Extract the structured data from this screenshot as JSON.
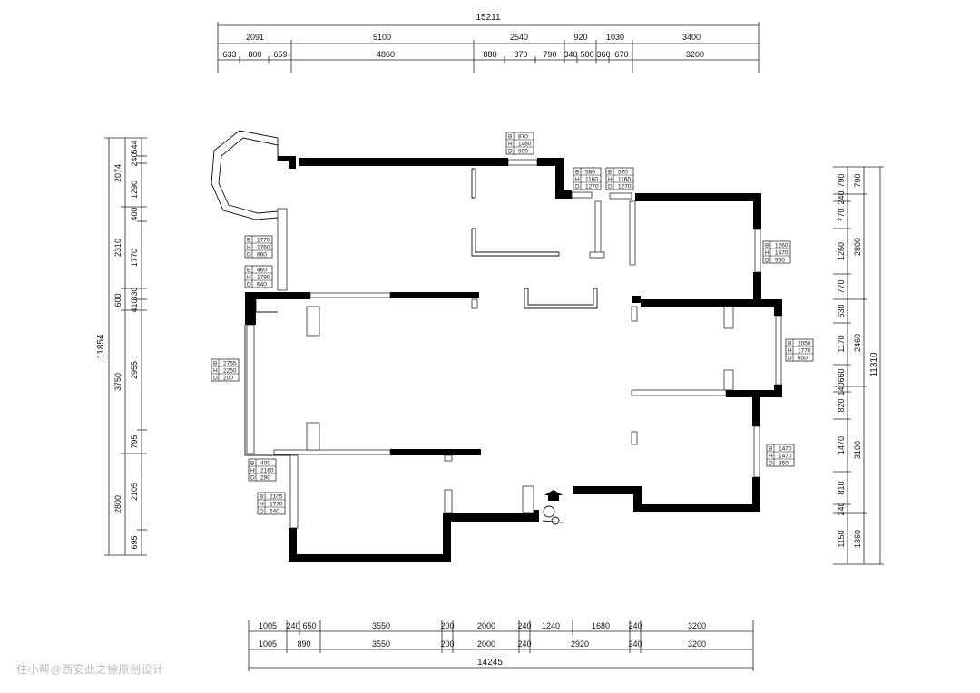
{
  "top_dimensions": {
    "total": "15211",
    "row1": [
      "2091",
      "5100",
      "2540",
      "920",
      "1030",
      "3400"
    ],
    "row2": [
      "633",
      "800",
      "659",
      "4860",
      "880",
      "870",
      "790",
      "340",
      "580",
      "360",
      "670",
      "3200"
    ]
  },
  "bottom_dimensions": {
    "total": "14245",
    "row1": [
      "1005",
      "240",
      "650",
      "3550",
      "200",
      "2000",
      "240",
      "1240",
      "1680",
      "240",
      "3200"
    ],
    "row2": [
      "1005",
      "890",
      "3550",
      "200",
      "2000",
      "240",
      "2920",
      "240",
      "3200"
    ]
  },
  "left_dimensions": {
    "total": "11854",
    "outer": [
      "2074",
      "2310",
      "600",
      "3750",
      "2800"
    ],
    "inner": [
      "544",
      "240",
      "1290",
      "400",
      "1770",
      "330",
      "410",
      "2955",
      "795",
      "2105",
      "695"
    ]
  },
  "right_dimensions": {
    "total": "11310",
    "outer": [
      "790",
      "2800",
      "2460",
      "3100",
      "1360"
    ],
    "inner": [
      "790",
      "240",
      "770",
      "1260",
      "770",
      "630",
      "1170",
      "660",
      "140",
      "820",
      "1470",
      "810",
      "240",
      "1150"
    ]
  },
  "window_tables": [
    {
      "B": "870",
      "H": "1460",
      "D": "990"
    },
    {
      "B": "580",
      "H": "1160",
      "D": "1270"
    },
    {
      "B": "570",
      "H": "1160",
      "D": "1270"
    },
    {
      "B": "1260",
      "H": "1470",
      "D": "950"
    },
    {
      "B": "1770",
      "H": "1760",
      "D": "660"
    },
    {
      "B": "460",
      "H": "1790",
      "D": "640"
    },
    {
      "B": "2050",
      "H": "1770",
      "D": "650"
    },
    {
      "B": "2755",
      "H": "2250",
      "D": "200"
    },
    {
      "B": "1470",
      "H": "1470",
      "D": "950"
    },
    {
      "B": "400",
      "H": "2160",
      "D": "290"
    },
    {
      "B": "2105",
      "H": "1770",
      "D": "640"
    }
  ],
  "labels": {
    "B": "B",
    "H": "H",
    "D": "D"
  },
  "watermark": "住小帮@西安此之徐原创设计",
  "colors": {
    "wall": "#000000",
    "line": "#222222",
    "background": "#ffffff"
  }
}
